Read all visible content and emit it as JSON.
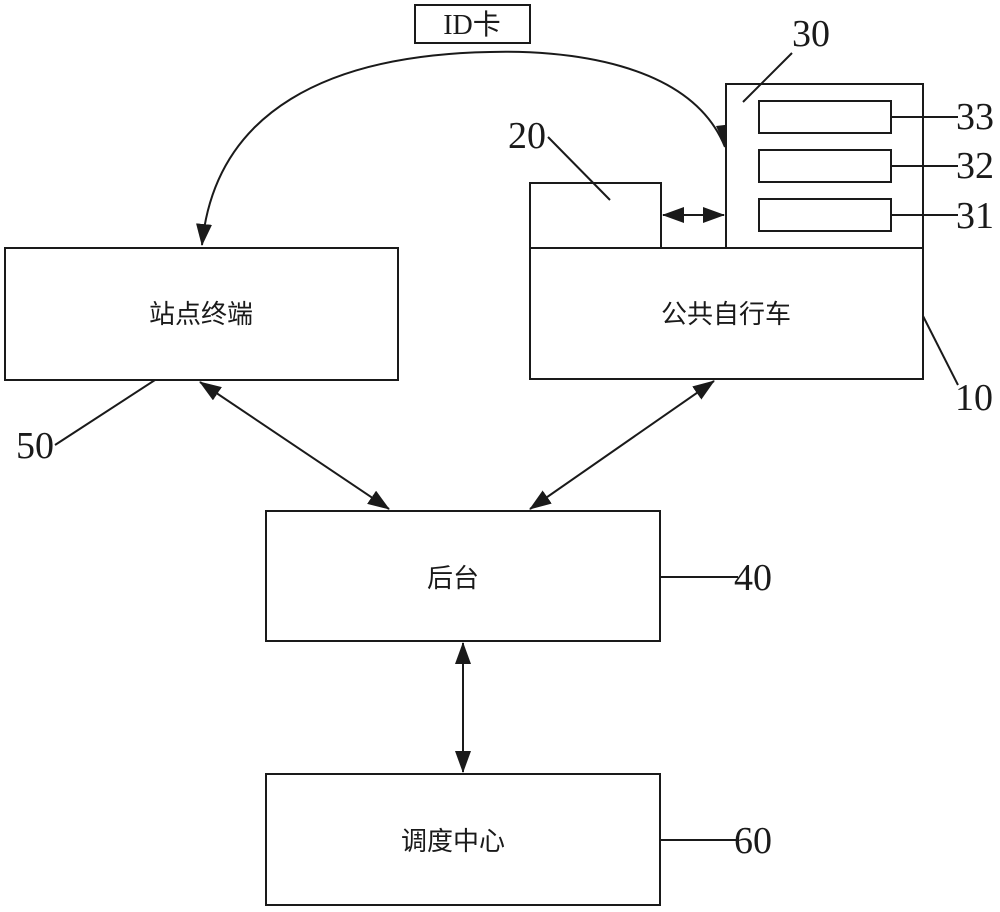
{
  "diagram": {
    "type": "block-diagram",
    "nodes": {
      "station_terminal": {
        "label": "站点终端",
        "ref": "50"
      },
      "public_bicycle": {
        "label": "公共自行车",
        "ref": "10"
      },
      "lock_unit": {
        "label": "",
        "ref": "20"
      },
      "module_group": {
        "label": "",
        "ref": "30"
      },
      "module_33": {
        "label": "",
        "ref": "33"
      },
      "module_32": {
        "label": "",
        "ref": "32"
      },
      "module_31": {
        "label": "",
        "ref": "31"
      },
      "backend": {
        "label": "后台",
        "ref": "40"
      },
      "dispatch_center": {
        "label": "调度中心",
        "ref": "60"
      }
    },
    "id_card_label": "ID卡",
    "edges": [
      {
        "from": "module_group",
        "to": "station_terminal",
        "label": "ID卡",
        "direction": "one-way"
      },
      {
        "from": "lock_unit",
        "to": "module_group",
        "direction": "two-way"
      },
      {
        "from": "station_terminal",
        "to": "backend",
        "direction": "two-way"
      },
      {
        "from": "public_bicycle",
        "to": "backend",
        "direction": "two-way"
      },
      {
        "from": "backend",
        "to": "dispatch_center",
        "direction": "two-way"
      }
    ]
  }
}
